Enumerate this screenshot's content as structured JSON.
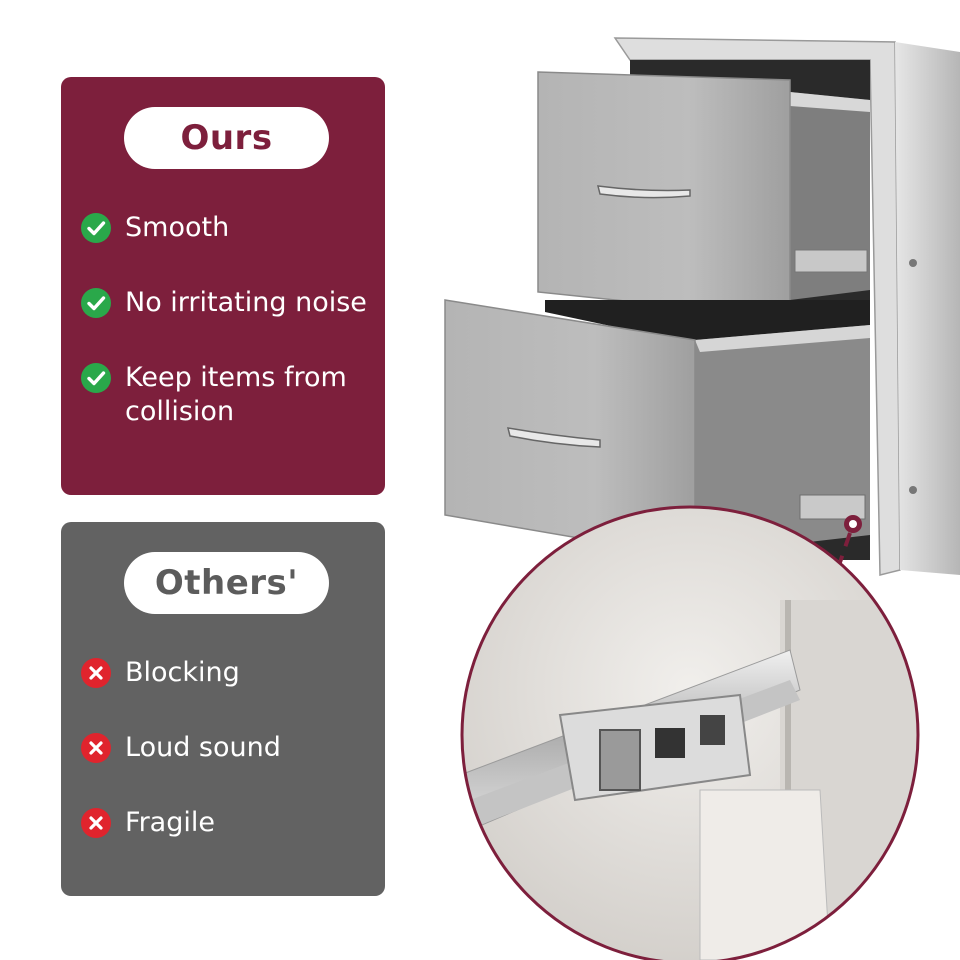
{
  "ours": {
    "title": "Ours",
    "items": [
      {
        "label": "Smooth",
        "icon": "check-circle-icon"
      },
      {
        "label": "No irritating noise",
        "icon": "check-circle-icon"
      },
      {
        "label": "Keep items from collision",
        "icon": "check-circle-icon"
      }
    ]
  },
  "others": {
    "title": "Others'",
    "items": [
      {
        "label": "Blocking",
        "icon": "x-circle-icon"
      },
      {
        "label": "Loud sound",
        "icon": "x-circle-icon"
      },
      {
        "label": "Fragile",
        "icon": "x-circle-icon"
      }
    ]
  },
  "colors": {
    "ours_panel": "#7d1f3c",
    "others_panel": "#626262",
    "check": "#2aa84a",
    "cross": "#e0242d"
  }
}
